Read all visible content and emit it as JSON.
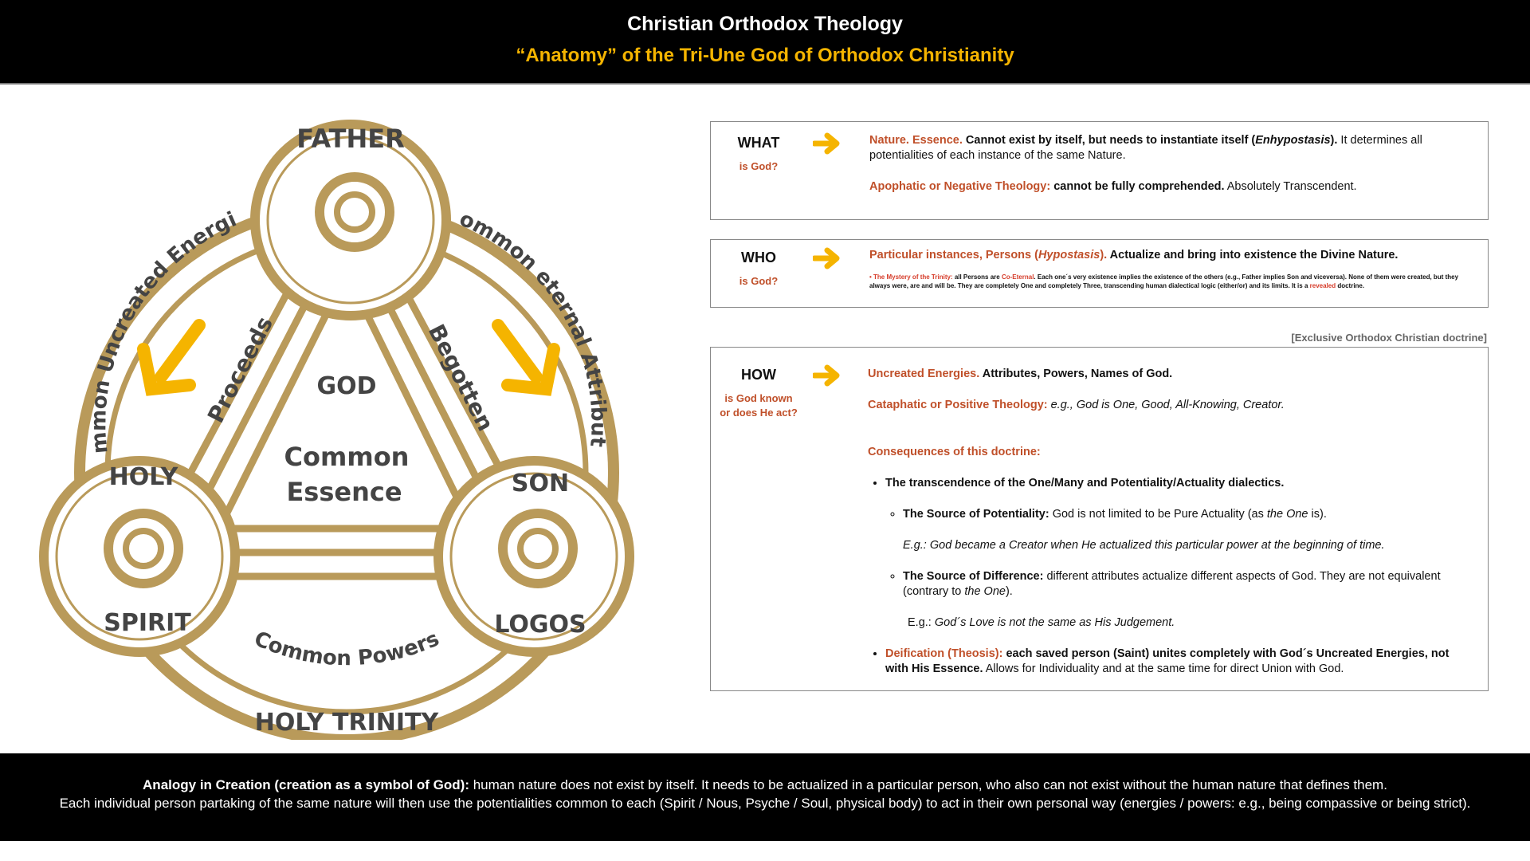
{
  "header": {
    "title": "Christian Orthodox Theology",
    "subtitle": "“Anatomy” of the Tri-Une God of  Orthodox Christianity"
  },
  "diagram": {
    "father": "FATHER",
    "holy": "HOLY",
    "spirit": "SPIRIT",
    "son": "SON",
    "logos": "LOGOS",
    "god": "GOD",
    "common": "Common",
    "essence": "Essence",
    "proceeds": "Proceeds",
    "begotten": "Begotten",
    "left_arc": "Common Uncreated Energies",
    "right_arc": "Common eternal Attributes",
    "bottom_arc": "Common Powers",
    "caption": "HOLY TRINITY",
    "colors": {
      "gold": "#b99a5a",
      "arrow": "#f5b400",
      "text": "#444444"
    }
  },
  "what": {
    "label": "WHAT",
    "sub": "is God?",
    "p1_a": "Nature. Essence.",
    "p1_b": " Cannot exist by itself, but needs to instantiate itself (",
    "p1_c": "Enhypostasis",
    "p1_d": ").",
    "p1_e": " It determines all potentialities of each instance of the same Nature.",
    "p2_a": "Apophatic or Negative Theology:",
    "p2_b": " cannot be fully comprehended.",
    "p2_c": " Absolutely Transcendent."
  },
  "who": {
    "label": "WHO",
    "sub": "is God?",
    "p1_a": "Particular instances, Persons (",
    "p1_b": "Hypostasis",
    "p1_c": ").",
    "p1_d": " Actualize and bring into existence the Divine Nature.",
    "tiny_a": "• The Mystery of the Trinity:",
    "tiny_b": " all Persons are ",
    "tiny_c": "Co-Eternal",
    "tiny_d": ". Each one´s very existence implies the existence of the others (e.g., Father implies Son and viceversa). None of them were created, but they always were, are and will be. They are completely One and completely Three, transcending human dialectical logic (either/or) and its limits. It is a ",
    "tiny_e": "revealed",
    "tiny_f": " doctrine."
  },
  "note": "[Exclusive Orthodox Christian doctrine]",
  "how": {
    "label": "HOW",
    "sub1": "is God known",
    "sub2": "or does He act?",
    "p1_a": "Uncreated Energies.",
    "p1_b": " Attributes, Powers, Names of God.",
    "p2_a": "Cataphatic or Positive Theology:",
    "p2_b": " e.g., God is One, Good, All-Knowing, Creator.",
    "cons": "Consequences of this doctrine:",
    "b1": "The transcendence of the One/Many and Potentiality/Actuality dialectics.",
    "s1_a": "The Source of Potentiality:",
    "s1_b": " God is not limited to be Pure Actuality (as ",
    "s1_c": "the One",
    "s1_d": " is).",
    "s1_eg": "E.g.: God became a Creator when He actualized this particular power at the beginning of time.",
    "s2_a": "The Source of Difference:",
    "s2_b": " different attributes actualize different aspects of God. They are not equivalent (contrary to ",
    "s2_c": "the One",
    "s2_d": ").",
    "s2_eg_a": "E.g.: ",
    "s2_eg_b": "God´s Love is not the same as His Judgement.",
    "b2_a": "Deification (Theosis):",
    "b2_b": " each saved person (Saint) unites completely with God´s Uncreated Energies, not with His Essence.",
    "b2_c": " Allows for Individuality and at the same time for direct Union with God."
  },
  "footer": {
    "l1_a": "Analogy in Creation (creation as a symbol of God):",
    "l1_b": " human nature does not exist by itself. It needs to be actualized in a particular person, who also can not exist without the human nature that defines them.",
    "l2": "Each individual person partaking of the same nature will then use the potentialities common to each (Spirit / Nous, Psyche / Soul, physical body) to act in their own personal way (energies / powers: e.g., being compassive or being strict)."
  }
}
